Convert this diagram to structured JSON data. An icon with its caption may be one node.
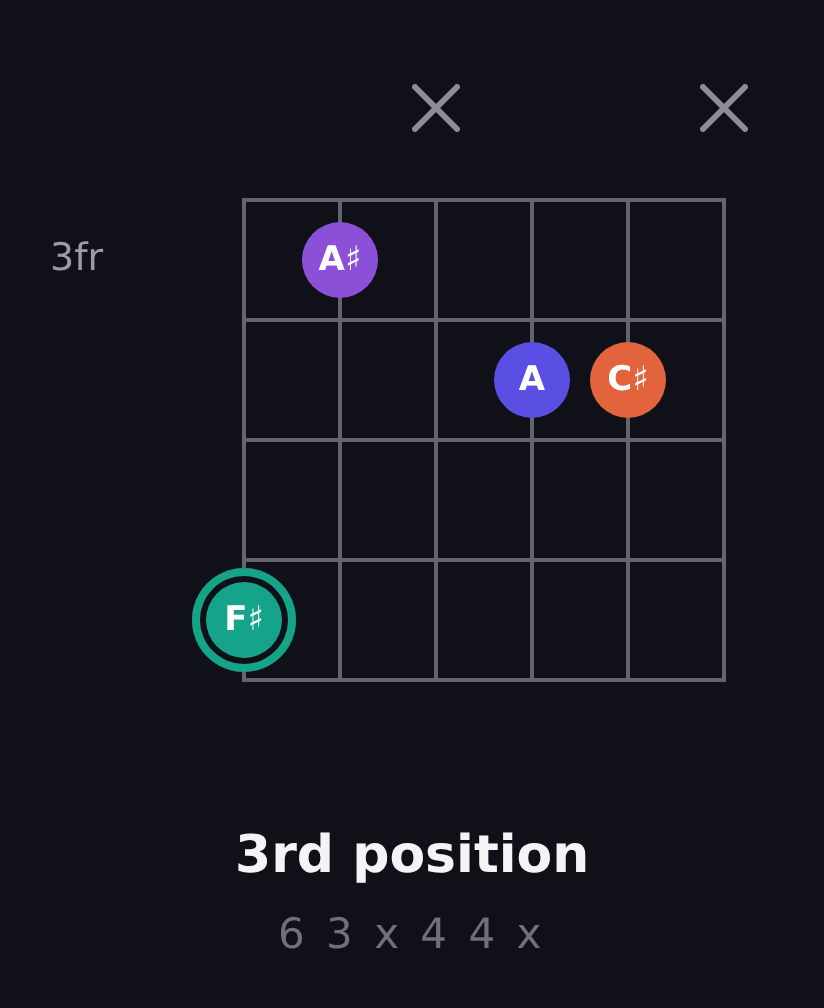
{
  "diagram": {
    "title": "3rd position",
    "nodes": [
      {
        "text": [
          "A♯"
        ]
      },
      {
        "text": [
          "A"
        ]
      },
      {
        "text": [
          "C♯"
        ]
      },
      {
        "text": [
          "F♯"
        ]
      }
    ],
    "labels": [
      "3fr",
      "6 3 x 4 4 x"
    ]
  }
}
